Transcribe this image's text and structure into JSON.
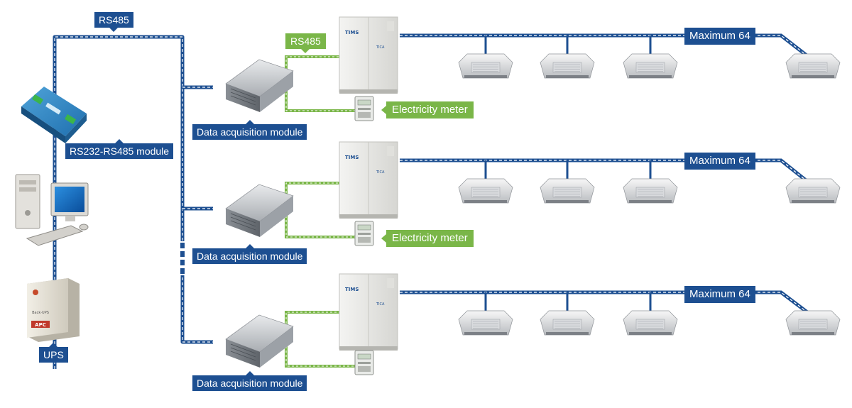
{
  "labels": {
    "rs485_main": "RS485",
    "rs485_green": "RS485",
    "rs232_module": "RS232-RS485 module",
    "ups": "UPS",
    "data_module_1": "Data acquisition module",
    "data_module_2": "Data acquisition module",
    "data_module_3": "Data acquisition module",
    "meter_1": "Electricity meter",
    "meter_2": "Electricity meter",
    "max_1": "Maximum 64",
    "max_2": "Maximum 64",
    "max_3": "Maximum 64"
  },
  "device_text": {
    "odu_brand": "TIMS",
    "odu_logo": "TICA",
    "ups_brand": "APC",
    "ups_model": "Back-UPS"
  },
  "colors": {
    "bus_blue": "#1d4f91",
    "bus_green": "#7ab648"
  }
}
